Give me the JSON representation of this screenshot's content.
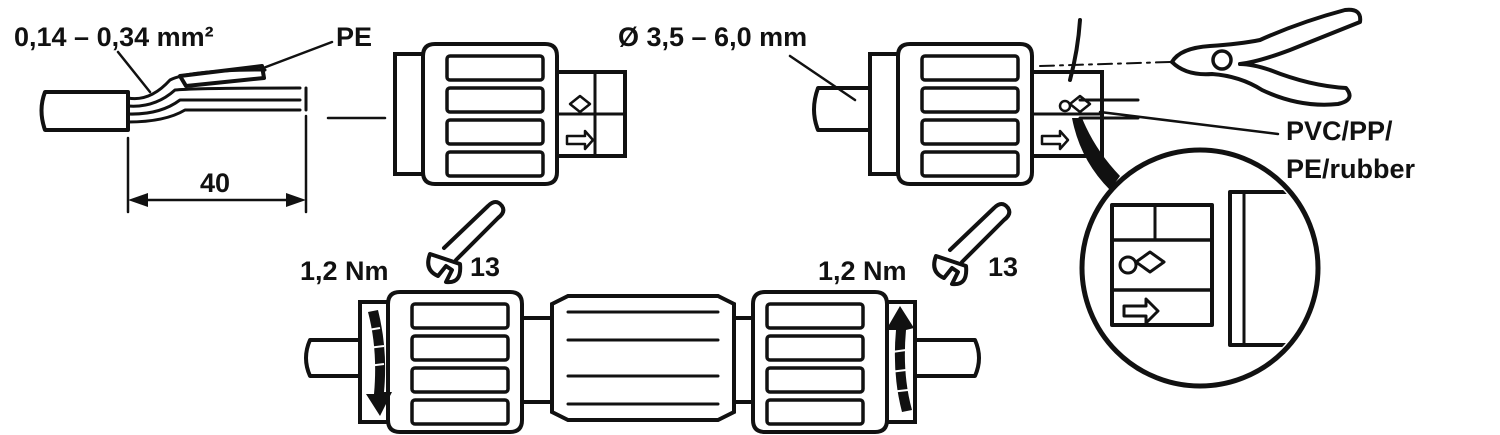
{
  "labels": {
    "cross_section": "0,14 – 0,34 mm²",
    "pe": "PE",
    "strip_length": "40",
    "diameter": "Ø 3,5 – 6,0 mm",
    "material": [
      "PVC/PP/",
      "PE/rubber"
    ],
    "torque_left": "1,2 Nm",
    "wrench_left": "13",
    "torque_right": "1,2 Nm",
    "wrench_right": "13"
  },
  "colors": {
    "ink": "#111111",
    "paper": "#ffffff"
  },
  "icons": [
    "wrench-icon",
    "side-cutter-pliers-icon",
    "rotation-arrow-icon",
    "magnifier-detail-circle"
  ]
}
